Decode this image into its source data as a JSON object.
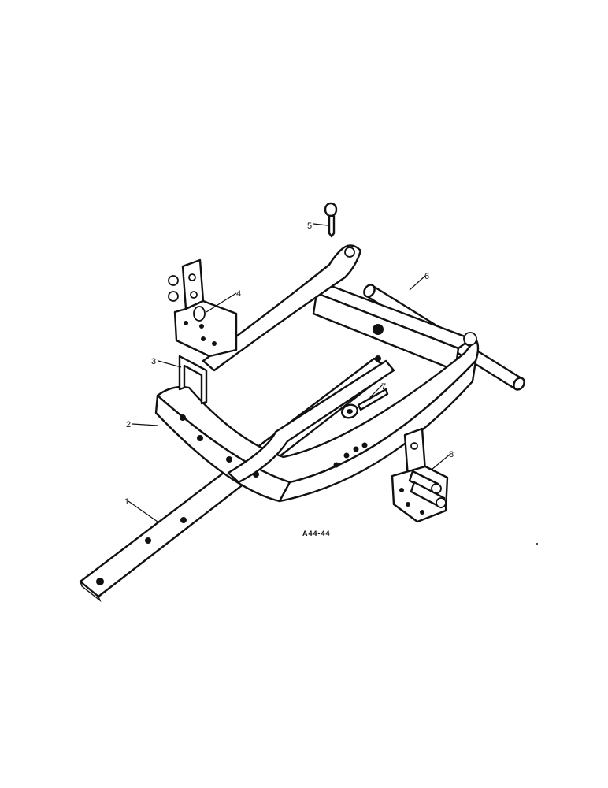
{
  "drawing_number": "A44-44",
  "callouts": [
    {
      "id": "1",
      "label": "1"
    },
    {
      "id": "2",
      "label": "2"
    },
    {
      "id": "3",
      "label": "3"
    },
    {
      "id": "4",
      "label": "4"
    },
    {
      "id": "5",
      "label": "5"
    },
    {
      "id": "6",
      "label": "6"
    },
    {
      "id": "7",
      "label": "7"
    },
    {
      "id": "8",
      "label": "8"
    }
  ],
  "colors": {
    "line": "#111111",
    "background": "#ffffff"
  }
}
